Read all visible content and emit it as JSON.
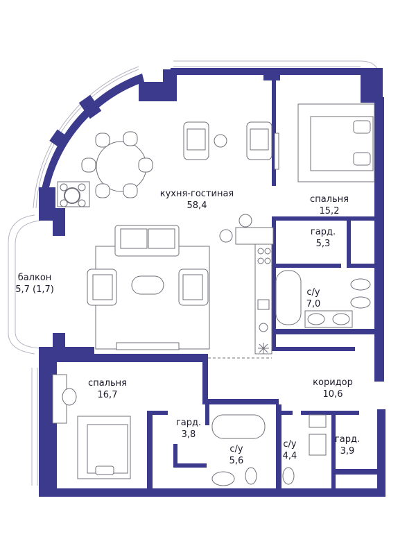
{
  "colors": {
    "wall": "#3b3a8c",
    "furniture": "#6f6f7a",
    "window": "#b6b6c4",
    "text": "#1a1a2a"
  },
  "rooms": {
    "living": {
      "name": "кухня-гостиная",
      "area": "58,4"
    },
    "bedroom1": {
      "name": "спальня",
      "area": "15,2"
    },
    "closet1": {
      "name": "гард.",
      "area": "5,3"
    },
    "bath1": {
      "name": "с/у",
      "area": "7,0"
    },
    "balcony": {
      "name": "балкон",
      "area": "5,7 (1,7)"
    },
    "bedroom2": {
      "name": "спальня",
      "area": "16,7"
    },
    "corridor": {
      "name": "коридор",
      "area": "10,6"
    },
    "closet2": {
      "name": "гард.",
      "area": "3,8"
    },
    "bath2": {
      "name": "с/у",
      "area": "5,6"
    },
    "bath3": {
      "name": "с/у",
      "area": "4,4"
    },
    "closet3": {
      "name": "гард.",
      "area": "3,9"
    }
  },
  "icons": {
    "plant": "plant-icon",
    "stove": "stove-icon",
    "sink": "sink-icon",
    "toilet": "toilet-icon"
  }
}
